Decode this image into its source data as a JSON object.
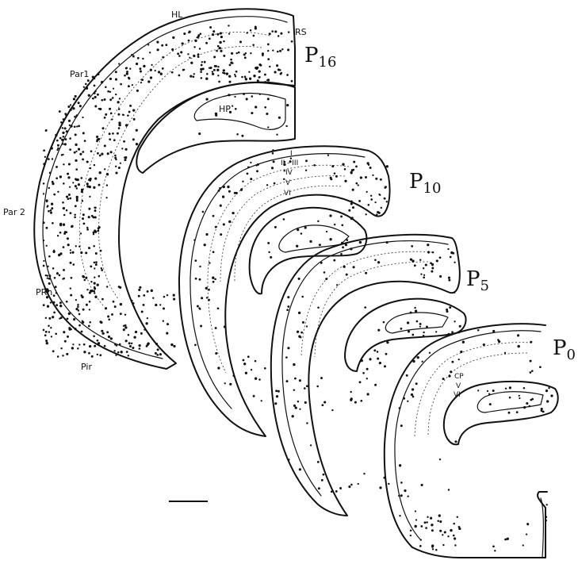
{
  "sections": [
    {
      "id": "p16",
      "age_letter": "P",
      "age_number": "16"
    },
    {
      "id": "p10",
      "age_letter": "P",
      "age_number": "10"
    },
    {
      "id": "p5",
      "age_letter": "P",
      "age_number": "5"
    },
    {
      "id": "p0",
      "age_letter": "P",
      "age_number": "0"
    }
  ],
  "region_labels": {
    "hl": "HL",
    "rs": "RS",
    "par1": "Par1",
    "par2": "Par 2",
    "prh": "PRh",
    "pir": "Pir",
    "hp": "HP"
  },
  "layer_labels_p10": {
    "l1": "I",
    "l23": "II - III",
    "l4": "IV",
    "l5": "V",
    "l6": "VI"
  },
  "layer_labels_p0": {
    "cp": "CP",
    "l5": "V",
    "l6": "VI"
  }
}
